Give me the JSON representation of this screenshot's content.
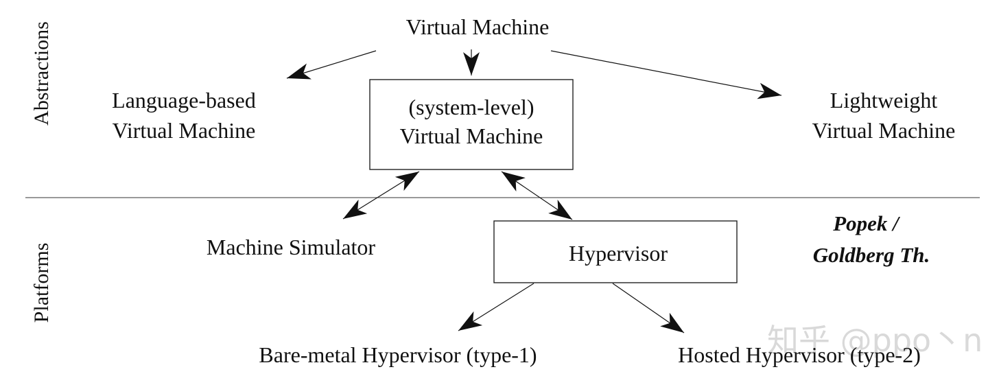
{
  "sections": {
    "abstractions": "Abstractions",
    "platforms": "Platforms"
  },
  "nodes": {
    "virtual_machine": "Virtual Machine",
    "language_vm": {
      "line1": "Language-based",
      "line2": "Virtual Machine"
    },
    "system_vm": {
      "line1": "(system-level)",
      "line2": "Virtual Machine"
    },
    "lightweight_vm": {
      "line1": "Lightweight",
      "line2": "Virtual Machine"
    },
    "machine_simulator": "Machine Simulator",
    "hypervisor": "Hypervisor",
    "bare_metal": "Bare-metal Hypervisor (type-1)",
    "hosted": "Hosted Hypervisor (type-2)"
  },
  "annotation": {
    "line1": "Popek /",
    "line2": "Goldberg Th."
  },
  "watermark": "知乎 @ppo丶n",
  "colors": {
    "ink": "#111111",
    "watermark": "#d9d9d9"
  }
}
